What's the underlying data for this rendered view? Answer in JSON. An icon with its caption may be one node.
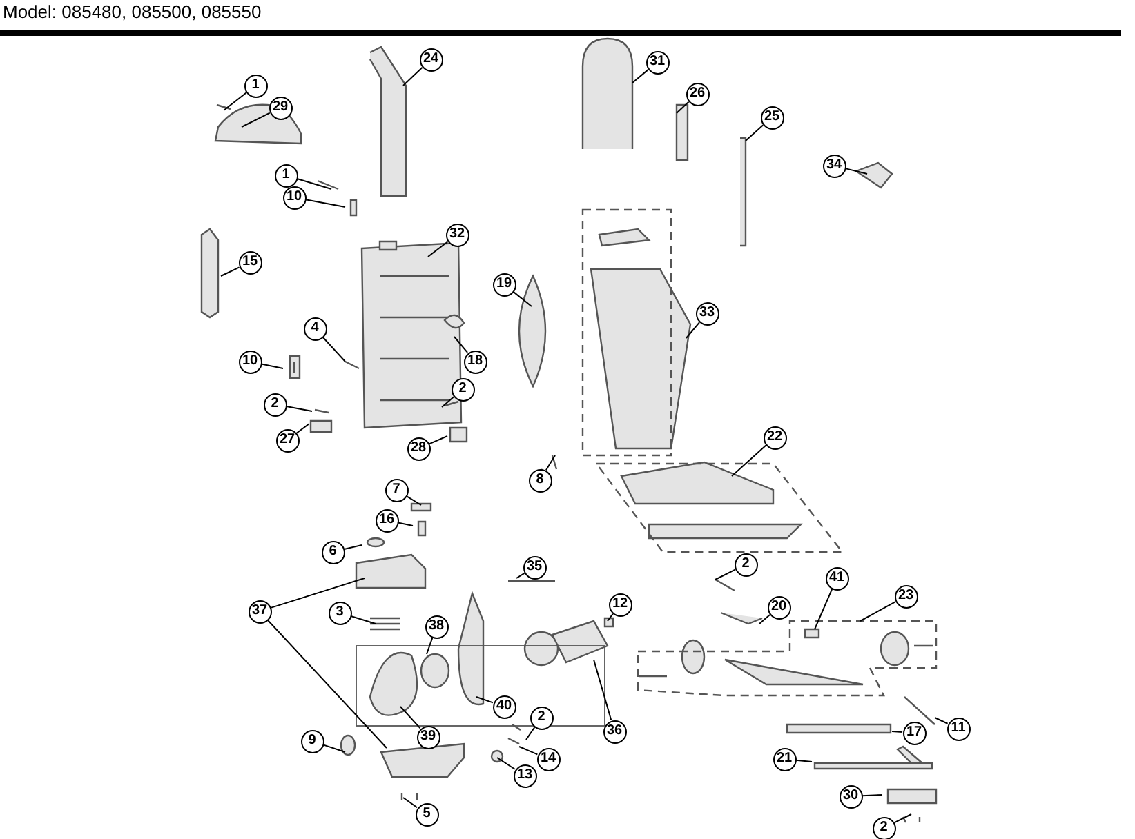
{
  "diagram": {
    "title": "Model: 085480, 085500, 085550",
    "nodes": [
      {
        "text": [
          "1"
        ]
      },
      {
        "text": [
          "29"
        ]
      },
      {
        "text": [
          "1"
        ]
      },
      {
        "text": [
          "10"
        ]
      },
      {
        "text": [
          "24"
        ]
      },
      {
        "text": [
          "15"
        ]
      },
      {
        "text": [
          "32"
        ]
      },
      {
        "text": [
          "4"
        ]
      },
      {
        "text": [
          "10"
        ]
      },
      {
        "text": [
          "2"
        ]
      },
      {
        "text": [
          "27"
        ]
      },
      {
        "text": [
          "18"
        ]
      },
      {
        "text": [
          "2"
        ]
      },
      {
        "text": [
          "28"
        ]
      },
      {
        "text": [
          "31"
        ]
      },
      {
        "text": [
          "26"
        ]
      },
      {
        "text": [
          "25"
        ]
      },
      {
        "text": [
          "34"
        ]
      },
      {
        "text": [
          "19"
        ]
      },
      {
        "text": [
          "33"
        ]
      },
      {
        "text": [
          "8"
        ]
      },
      {
        "text": [
          "22"
        ]
      },
      {
        "text": [
          "7"
        ]
      },
      {
        "text": [
          "16"
        ]
      },
      {
        "text": [
          "6"
        ]
      },
      {
        "text": [
          "35"
        ]
      },
      {
        "text": [
          "37"
        ]
      },
      {
        "text": [
          "3"
        ]
      },
      {
        "text": [
          "38"
        ]
      },
      {
        "text": [
          "12"
        ]
      },
      {
        "text": [
          "39"
        ]
      },
      {
        "text": [
          "9"
        ]
      },
      {
        "text": [
          "40"
        ]
      },
      {
        "text": [
          "2"
        ]
      },
      {
        "text": [
          "14"
        ]
      },
      {
        "text": [
          "13"
        ]
      },
      {
        "text": [
          "5"
        ]
      },
      {
        "text": [
          "36"
        ]
      },
      {
        "text": [
          "2"
        ]
      },
      {
        "text": [
          "20"
        ]
      },
      {
        "text": [
          "41"
        ]
      },
      {
        "text": [
          "23"
        ]
      },
      {
        "text": [
          "11"
        ]
      },
      {
        "text": [
          "17"
        ]
      },
      {
        "text": [
          "21"
        ]
      },
      {
        "text": [
          "30"
        ]
      },
      {
        "text": [
          "2"
        ]
      }
    ],
    "edges": [
      {
        "from": 0,
        "to": null,
        "arrow": "none"
      },
      {
        "from": 1,
        "to": null,
        "arrow": "none"
      },
      {
        "from": 2,
        "to": null,
        "arrow": "none"
      },
      {
        "from": 3,
        "to": null,
        "arrow": "none"
      },
      {
        "from": 4,
        "to": null,
        "arrow": "none"
      },
      {
        "from": 5,
        "to": null,
        "arrow": "none"
      },
      {
        "from": 6,
        "to": null,
        "arrow": "none"
      },
      {
        "from": 7,
        "to": null,
        "arrow": "none"
      },
      {
        "from": 8,
        "to": null,
        "arrow": "none"
      },
      {
        "from": 9,
        "to": null,
        "arrow": "none"
      },
      {
        "from": 10,
        "to": null,
        "arrow": "none"
      },
      {
        "from": 11,
        "to": null,
        "arrow": "none"
      },
      {
        "from": 12,
        "to": null,
        "arrow": "none"
      },
      {
        "from": 13,
        "to": null,
        "arrow": "none"
      },
      {
        "from": 14,
        "to": null,
        "arrow": "none"
      },
      {
        "from": 15,
        "to": null,
        "arrow": "none"
      },
      {
        "from": 16,
        "to": null,
        "arrow": "none"
      },
      {
        "from": 17,
        "to": null,
        "arrow": "none"
      },
      {
        "from": 18,
        "to": null,
        "arrow": "none"
      },
      {
        "from": 19,
        "to": null,
        "arrow": "none"
      },
      {
        "from": 20,
        "to": null,
        "arrow": "none"
      },
      {
        "from": 21,
        "to": null,
        "arrow": "none"
      },
      {
        "from": 22,
        "to": null,
        "arrow": "none"
      },
      {
        "from": 23,
        "to": null,
        "arrow": "none"
      },
      {
        "from": 24,
        "to": null,
        "arrow": "none"
      },
      {
        "from": 25,
        "to": null,
        "arrow": "none"
      },
      {
        "from": 26,
        "to": null,
        "arrow": "none"
      },
      {
        "from": 26,
        "to": null,
        "arrow": "none"
      },
      {
        "from": 27,
        "to": null,
        "arrow": "none"
      },
      {
        "from": 28,
        "to": null,
        "arrow": "none"
      },
      {
        "from": 29,
        "to": null,
        "arrow": "none"
      },
      {
        "from": 30,
        "to": null,
        "arrow": "none"
      },
      {
        "from": 31,
        "to": null,
        "arrow": "none"
      },
      {
        "from": 32,
        "to": null,
        "arrow": "none"
      },
      {
        "from": 33,
        "to": null,
        "arrow": "none"
      },
      {
        "from": 34,
        "to": null,
        "arrow": "none"
      },
      {
        "from": 35,
        "to": null,
        "arrow": "none"
      },
      {
        "from": 36,
        "to": null,
        "arrow": "none"
      },
      {
        "from": 37,
        "to": null,
        "arrow": "none"
      },
      {
        "from": 38,
        "to": null,
        "arrow": "none"
      },
      {
        "from": 39,
        "to": null,
        "arrow": "none"
      },
      {
        "from": 40,
        "to": null,
        "arrow": "none"
      },
      {
        "from": 41,
        "to": null,
        "arrow": "none"
      },
      {
        "from": 42,
        "to": null,
        "arrow": "none"
      },
      {
        "from": 43,
        "to": null,
        "arrow": "none"
      },
      {
        "from": 44,
        "to": null,
        "arrow": "none"
      },
      {
        "from": 45,
        "to": null,
        "arrow": "none"
      },
      {
        "from": 46,
        "to": null,
        "arrow": "none"
      }
    ]
  }
}
